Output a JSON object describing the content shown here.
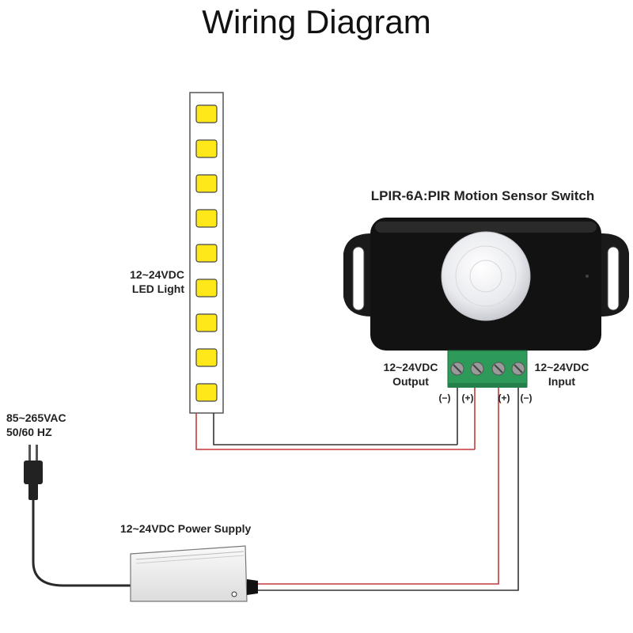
{
  "title": "Wiring Diagram",
  "labels": {
    "sensor_title": "LPIR-6A:PIR Motion Sensor Switch",
    "led_line1": "12~24VDC",
    "led_line2": "LED Light",
    "output_line1": "12~24VDC",
    "output_line2": "Output",
    "input_line1": "12~24VDC",
    "input_line2": "Input",
    "ac_line1": "85~265VAC",
    "ac_line2": "50/60 HZ",
    "power_supply": "12~24VDC Power Supply"
  },
  "terminals": [
    "(−)",
    "(+)",
    "(+)",
    "(−)"
  ],
  "colors": {
    "led_yellow": "#ffe81a",
    "sensor_body": "#111111",
    "terminal_green": "#2e9a5a",
    "wire_red": "#c43a3a",
    "wire_black": "#222222"
  }
}
